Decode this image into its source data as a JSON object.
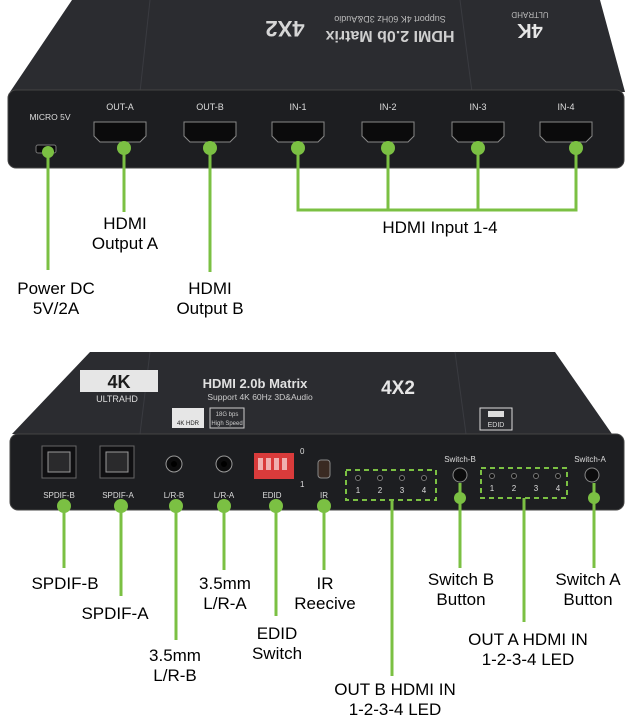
{
  "top": {
    "case": {
      "brand_4k": "4K",
      "brand_ultra": "ULTRAHD",
      "title": "HDMI 2.0b Matrix",
      "subtitle": "Support 4K 60Hz 3D&Audio",
      "model": "4X2"
    },
    "ports": [
      "MICRO 5V",
      "OUT-A",
      "OUT-B",
      "IN-1",
      "IN-2",
      "IN-3",
      "IN-4"
    ],
    "callouts": {
      "hdmi_input": "HDMI Input 1-4",
      "hdmi_output_a": "HDMI\nOutput A",
      "hdmi_output_b": "HDMI\nOutput B",
      "power": "Power DC\n5V/2A"
    }
  },
  "bottom": {
    "case": {
      "brand_4k": "4K",
      "brand_ultra": "ULTRAHD",
      "title": "HDMI 2.0b Matrix",
      "subtitle": "Support 4K 60Hz 3D&Audio",
      "model": "4X2",
      "badge_left": "4K HDR",
      "badge_right_top": "18G bps",
      "badge_right_bottom": "High Speed",
      "edid_box": "EDID"
    },
    "ports": [
      "SPDIF-B",
      "SPDIF-A",
      "L/R-B",
      "L/R-A",
      "EDID",
      "IR",
      "Switch-B",
      "Switch-A"
    ],
    "led_numbers": [
      "1",
      "2",
      "3",
      "4"
    ],
    "dip_marks": [
      "0",
      "1"
    ],
    "callouts": {
      "spdif_b": "SPDIF-B",
      "spdif_a": "SPDIF-A",
      "lr_b": "3.5mm\nL/R-B",
      "lr_a": "3.5mm\nL/R-A",
      "edid": "EDID\nSwitch",
      "ir": "IR\nReecive",
      "switch_b": "Switch B\nButton",
      "switch_a": "Switch A\nButton",
      "led_a": "OUT A HDMI IN\n1-2-3-4 LED",
      "led_b": "OUT B HDMI IN\n1-2-3-4 LED"
    }
  },
  "colors": {
    "case": "#2a2b2e",
    "face": "#1c1d20",
    "accent": "#7bc043",
    "label": "#000000"
  }
}
